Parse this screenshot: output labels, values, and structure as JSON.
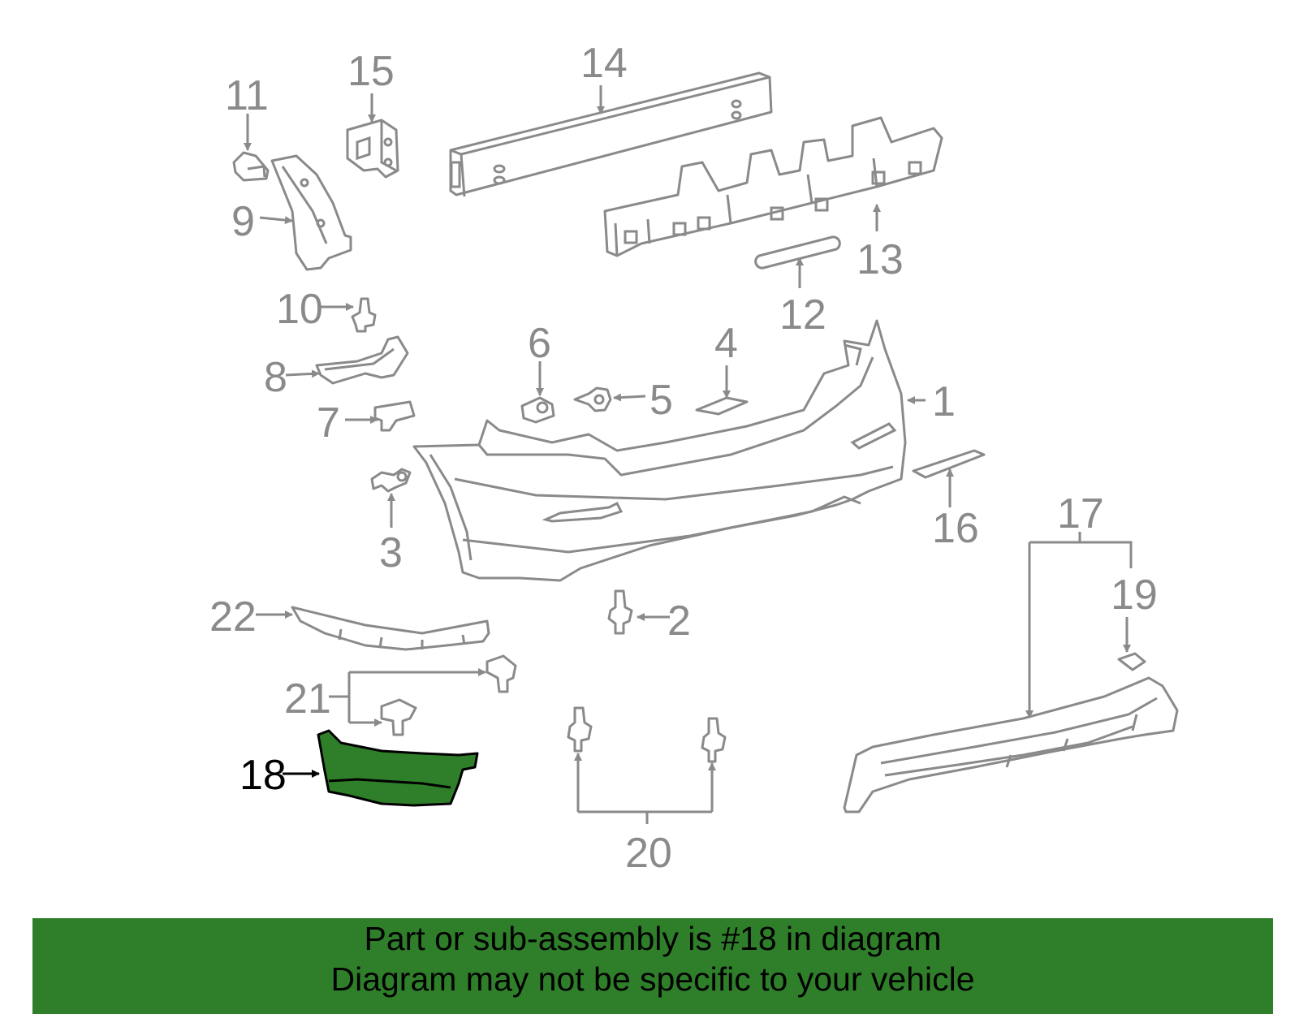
{
  "callouts": [
    {
      "id": "1",
      "text": "1"
    },
    {
      "id": "2",
      "text": "2"
    },
    {
      "id": "3",
      "text": "3"
    },
    {
      "id": "4",
      "text": "4"
    },
    {
      "id": "5",
      "text": "5"
    },
    {
      "id": "6",
      "text": "6"
    },
    {
      "id": "7",
      "text": "7"
    },
    {
      "id": "8",
      "text": "8"
    },
    {
      "id": "9",
      "text": "9"
    },
    {
      "id": "10",
      "text": "10"
    },
    {
      "id": "11",
      "text": "11"
    },
    {
      "id": "12",
      "text": "12"
    },
    {
      "id": "13",
      "text": "13"
    },
    {
      "id": "14",
      "text": "14"
    },
    {
      "id": "15",
      "text": "15"
    },
    {
      "id": "16",
      "text": "16"
    },
    {
      "id": "17",
      "text": "17"
    },
    {
      "id": "18",
      "text": "18"
    },
    {
      "id": "19",
      "text": "19"
    },
    {
      "id": "20",
      "text": "20"
    },
    {
      "id": "21",
      "text": "21"
    },
    {
      "id": "22",
      "text": "22"
    }
  ],
  "highlighted_part": "18",
  "colors": {
    "highlight_fill": "#2f7f2a",
    "banner_background": "#2f7f2a",
    "line_gray": "#8a8a8a",
    "highlight_line": "#000000"
  },
  "banner": {
    "line1": "Part or sub-assembly is #18 in diagram",
    "line2": "Diagram may not be specific to your vehicle"
  }
}
